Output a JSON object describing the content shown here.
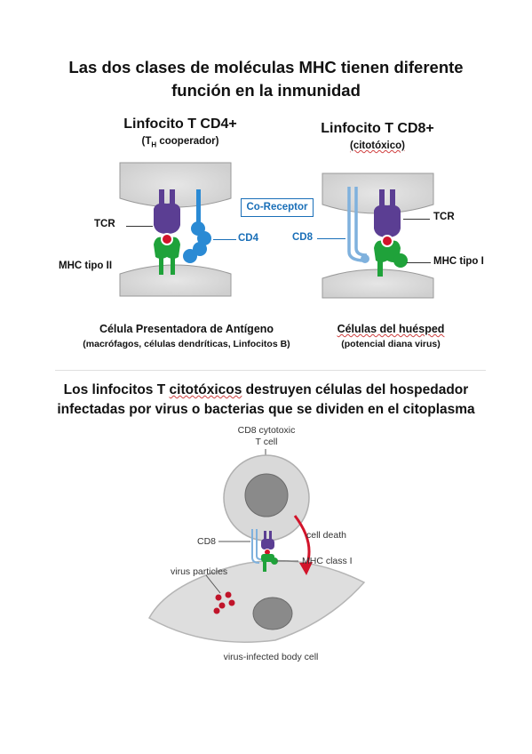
{
  "title": {
    "line1": "Las dos clases de moléculas MHC tienen diferente",
    "line2": "función en la inmunidad"
  },
  "left_panel": {
    "heading": "Linfocito T CD4+",
    "subheading_prefix": "(T",
    "subheading_sub": "H",
    "subheading_suffix": " cooperador)",
    "tcr_label": "TCR",
    "cd4_label": "CD4",
    "mhc_label": "MHC tipo II",
    "caption_main": "Célula Presentadora de Antígeno",
    "caption_detail": "(macrófagos, células dendríticas, Linfocitos B)"
  },
  "co_receptor_label": "Co-Receptor",
  "right_panel": {
    "heading": "Linfocito T CD8+",
    "subheading": "(citotóxico)",
    "tcr_label": "TCR",
    "cd8_label": "CD8",
    "mhc_label": "MHC tipo I",
    "caption_main": "Células del huésped",
    "caption_detail": "(potencial diana virus)"
  },
  "section2": {
    "line1_before": "Los linfocitos T ",
    "line1_squiggle": "citotóxicos",
    "line1_after": " destruyen células del hospedador",
    "line2": "infectadas por  virus o bacterias que se dividen en el citoplasma"
  },
  "bottom_diagram": {
    "tcell_label_line1": "CD8 cytotoxic",
    "tcell_label_line2": "T cell",
    "cd8_label": "CD8",
    "cell_death_label": "cell death",
    "mhc_label": "MHC class I",
    "virus_label": "virus particles",
    "body_cell_label": "virus-infected body cell"
  },
  "colors": {
    "tcr_purple": "#5b3e93",
    "mhc_green": "#1fa23a",
    "coreceptor_blue": "#2a8ad4",
    "antigen_red": "#d2142a",
    "cell_grey": "#dcdcdc",
    "arrow_red": "#d2142a"
  }
}
